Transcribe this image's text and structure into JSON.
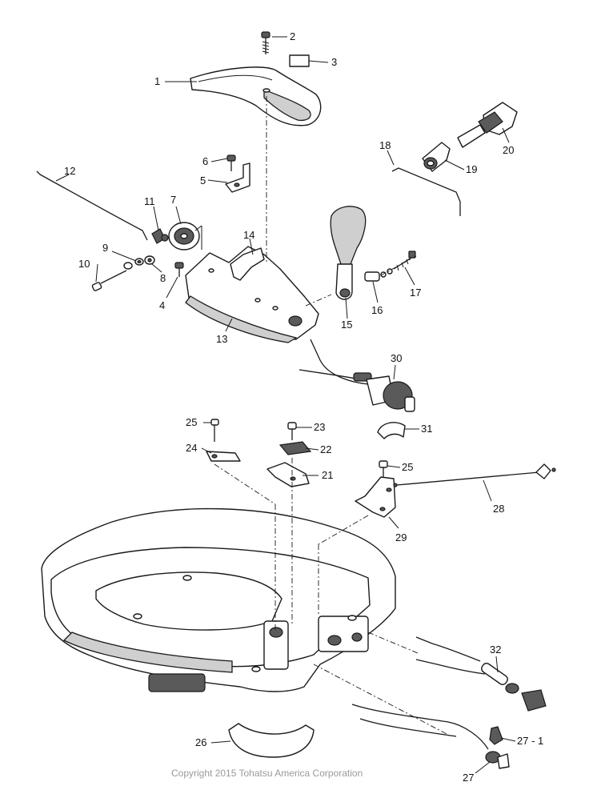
{
  "callouts": [
    {
      "id": "1",
      "text": "1"
    },
    {
      "id": "2",
      "text": "2"
    },
    {
      "id": "3",
      "text": "3"
    },
    {
      "id": "4",
      "text": "4"
    },
    {
      "id": "5",
      "text": "5"
    },
    {
      "id": "6",
      "text": "6"
    },
    {
      "id": "7",
      "text": "7"
    },
    {
      "id": "8",
      "text": "8"
    },
    {
      "id": "9",
      "text": "9"
    },
    {
      "id": "10",
      "text": "10"
    },
    {
      "id": "11",
      "text": "11"
    },
    {
      "id": "12",
      "text": "12"
    },
    {
      "id": "13",
      "text": "13"
    },
    {
      "id": "14",
      "text": "14"
    },
    {
      "id": "15",
      "text": "15"
    },
    {
      "id": "16",
      "text": "16"
    },
    {
      "id": "17",
      "text": "17"
    },
    {
      "id": "18",
      "text": "18"
    },
    {
      "id": "19",
      "text": "19"
    },
    {
      "id": "20",
      "text": "20"
    },
    {
      "id": "21",
      "text": "21"
    },
    {
      "id": "22",
      "text": "22"
    },
    {
      "id": "23",
      "text": "23"
    },
    {
      "id": "24",
      "text": "24"
    },
    {
      "id": "25a",
      "text": "25"
    },
    {
      "id": "25b",
      "text": "25"
    },
    {
      "id": "26",
      "text": "26"
    },
    {
      "id": "27",
      "text": "27"
    },
    {
      "id": "27-1",
      "text": "27 - 1"
    },
    {
      "id": "28",
      "text": "28"
    },
    {
      "id": "29",
      "text": "29"
    },
    {
      "id": "30",
      "text": "30"
    },
    {
      "id": "31",
      "text": "31"
    },
    {
      "id": "32",
      "text": "32"
    }
  ],
  "copyright": "Copyright 2015 Tohatsu America Corporation"
}
